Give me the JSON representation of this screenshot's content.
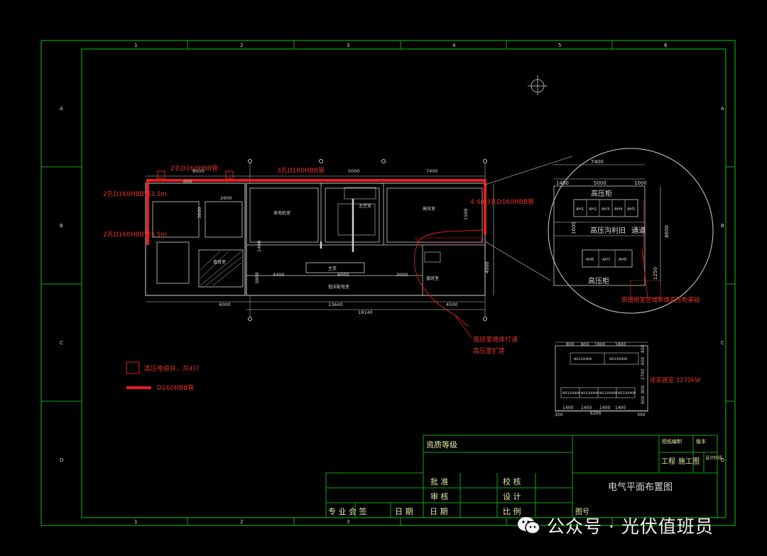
{
  "colors": {
    "background": "#000000",
    "frame": "#0fa30f",
    "drawing": "#cfcfcf",
    "highlight": "#e21f1f",
    "text": "#d8d8d8"
  },
  "grid": {
    "columns": [
      "1",
      "2",
      "3",
      "4",
      "5",
      "6"
    ],
    "rows": [
      "A",
      "B",
      "C",
      "D"
    ]
  },
  "plan": {
    "pipe_top": "3孔D160HBB管",
    "pipe_top_left": "2孔D160HBB管",
    "pipe_left_1": "2孔D160HBB管3.5m",
    "pipe_left_2": "2孔D160HBB管3.5m",
    "pipe_right": "4.4m3孔D160HBB管",
    "dim_8000": "8000",
    "dim_5000": "5000",
    "dim_7400": "7400",
    "dim_600": "600",
    "dim_2600": "2600",
    "dim_3600": "3600",
    "dim_4000": "4000",
    "dim_13640": "13640",
    "dim_4500": "4500",
    "dim_18140": "18140",
    "dim_4400": "4400",
    "dim_6000": "6000",
    "dim_3000": "3000",
    "dim_1400": "1400",
    "dim_1500": "1500",
    "dim_3800": "3800",
    "dim_4000v": "4000",
    "room_generator": "发电机室",
    "room_control": "主控室",
    "room_hv": "高压室",
    "room_tr": "主变",
    "room_lv": "低压配电室",
    "room_duty": "值班室",
    "room_ws": "值班室",
    "note_1": "值班室墙体打通",
    "note_2": "高压室扩建",
    "legend_well": "高压电缆井，共4只",
    "legend_pipe": "D160HBB管"
  },
  "detail": {
    "dim_7400": "7400",
    "dim_1400": "1400",
    "dim_5000": "5000",
    "dim_1000": "1000",
    "dim_8600": "8600",
    "dim_1600": "1600",
    "dim_1250": "1250",
    "cabinet_top": "高压柜",
    "cabinet_bottom": "高压柜",
    "trench": "高压沟利旧",
    "pass": "通道",
    "cells_top": [
      "AH1",
      "AH2",
      "AH3",
      "AH4",
      "AH5"
    ],
    "cells_bottom": [
      "AH6",
      "AH7",
      "AH8"
    ],
    "note": "原值班室区域新做高压柜基础"
  },
  "inverter": {
    "dims_top": [
      "800",
      "800",
      "1800",
      "1800"
    ],
    "dims_bottom": [
      "1400",
      "1400",
      "1400",
      "1400"
    ],
    "dim_total": "6200",
    "dim_300a": "300",
    "dim_300b": "300",
    "dims_side": [
      "850",
      "600",
      "2700",
      "800",
      "600"
    ],
    "label": "逆变器室 3270kW",
    "cells_top": [
      "NR3300KW",
      "NR3300KW"
    ],
    "cells_bottom": [
      "NR3300KW",
      "NR3300KW",
      "NR3300KW",
      "NR3300KW"
    ]
  },
  "title_block": {
    "qualification": "资质等级",
    "approve": "批  准",
    "review": "审  核",
    "check": "校  核",
    "design": "设  计",
    "specialty": "专 业 会 签",
    "date1": "日 期",
    "date2": "日 期",
    "scale": "比  例",
    "drawing_no": "图号",
    "project": "工程",
    "stage": "施工图",
    "stage_label": "设计阶段",
    "drawing_title": "电气平面布置图",
    "catalog": "图纸编制",
    "version": "版本"
  },
  "watermark": {
    "icon": "wechat-icon",
    "text": "公众号 · 光伏值班员"
  }
}
